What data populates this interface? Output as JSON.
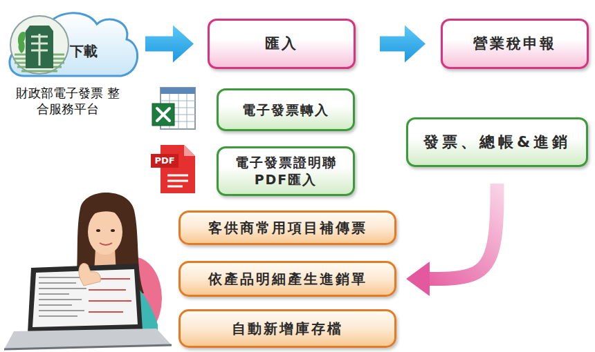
{
  "diagram": {
    "nodes": [
      {
        "text": [
          "下載",
          "財政部電子發票 整合服務平台"
        ]
      },
      {
        "text": [
          "匯入"
        ]
      },
      {
        "text": [
          "營業稅申報"
        ]
      },
      {
        "text": [
          "電子發票轉入"
        ]
      },
      {
        "text": [
          "電子發票證明聯 PDF匯入"
        ]
      },
      {
        "text": [
          "發票、總帳&進銷"
        ]
      },
      {
        "text": [
          "客供商常用項目補傳票"
        ]
      },
      {
        "text": [
          "依產品明細產生進銷單"
        ]
      },
      {
        "text": [
          "自動新增庫存檔"
        ]
      }
    ],
    "edges": [
      {
        "from": 0,
        "to": 1,
        "arrow": "to"
      },
      {
        "from": 1,
        "to": 2,
        "arrow": "to"
      },
      {
        "from": 5,
        "to": 7,
        "arrow": "to"
      }
    ],
    "labels": [
      "PDF"
    ]
  }
}
